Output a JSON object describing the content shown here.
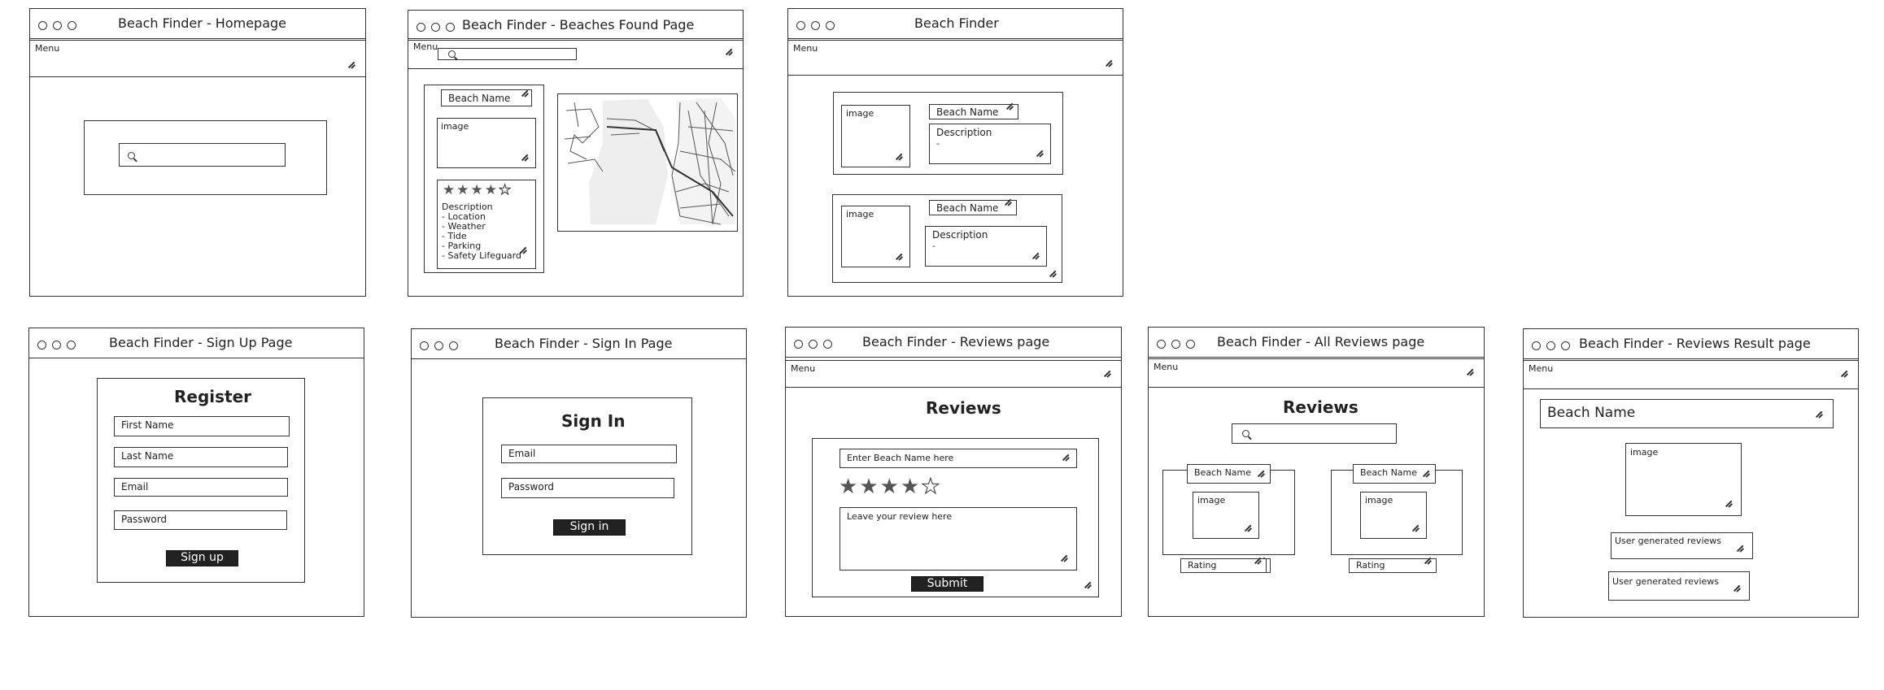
{
  "menu_label": "Menu",
  "homepage": {
    "title": "Beach Finder - Homepage"
  },
  "found": {
    "title": "Beach Finder - Beaches Found Page",
    "beach_name": "Beach Name",
    "image": "image",
    "rating": {
      "filled": 4,
      "total": 5
    },
    "desc_lines": [
      "Description",
      "- Location",
      "- Weather",
      "- Tide",
      "- Parking",
      "- Safety Lifeguard"
    ]
  },
  "finder": {
    "title": "Beach Finder",
    "cards": [
      {
        "image": "image",
        "beach_name": "Beach Name",
        "description": "Description",
        "desc_extra": "-"
      },
      {
        "image": "image",
        "beach_name": "Beach Name",
        "description": "Description",
        "desc_extra": "-"
      }
    ]
  },
  "signup": {
    "title": "Beach Finder - Sign Up Page",
    "heading": "Register",
    "fields": [
      "First Name",
      "Last Name",
      "Email",
      "Password"
    ],
    "button": "Sign up"
  },
  "signin": {
    "title": "Beach Finder - Sign In Page",
    "heading": "Sign In",
    "fields": [
      "Email",
      "Password"
    ],
    "button": "Sign in"
  },
  "reviews": {
    "title": "Beach Finder - Reviews page",
    "heading": "Reviews",
    "beach_placeholder": "Enter Beach Name here",
    "rating": {
      "filled": 4,
      "total": 5
    },
    "review_placeholder": "Leave your review here",
    "button": "Submit"
  },
  "allreviews": {
    "title": "Beach Finder - All Reviews page",
    "heading": "Reviews",
    "cards": [
      {
        "beach_name": "Beach Name",
        "image": "image",
        "rating": "Rating"
      },
      {
        "beach_name": "Beach Name",
        "image": "image",
        "rating": "Rating"
      }
    ]
  },
  "result": {
    "title": "Beach Finder - Reviews Result page",
    "beach_name": "Beach Name",
    "image": "image",
    "reviews": [
      "User generated reviews",
      "User generated reviews"
    ]
  }
}
